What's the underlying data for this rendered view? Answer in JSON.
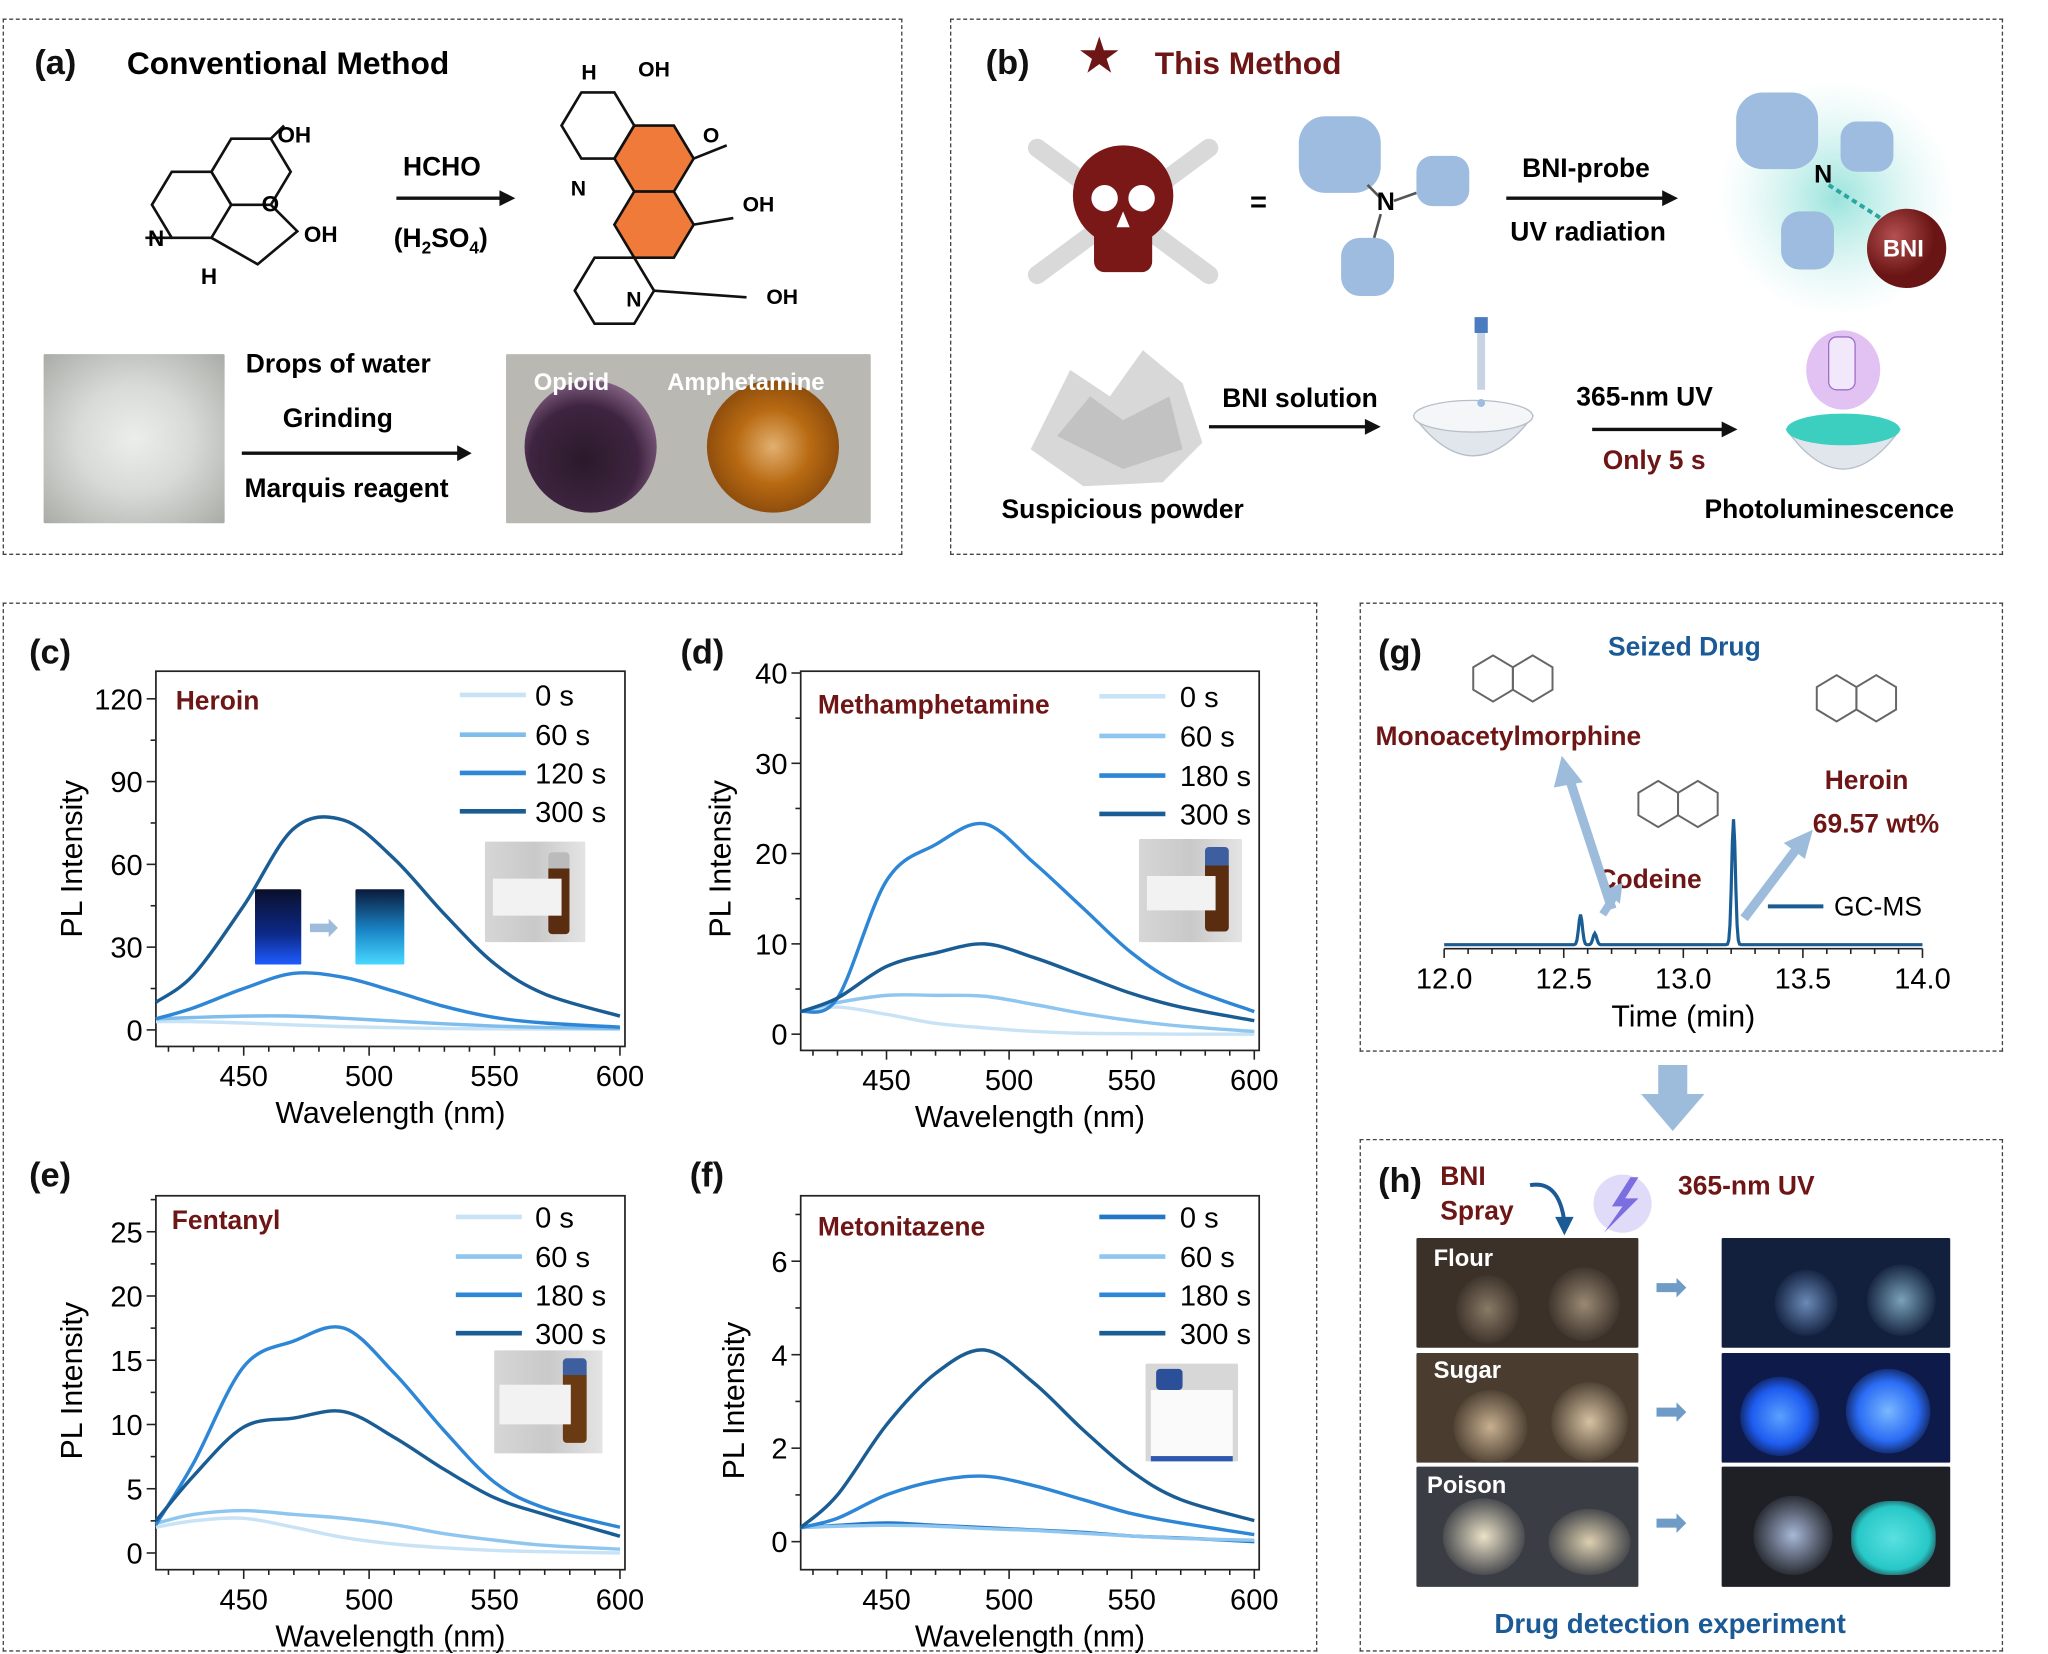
{
  "panel_a": {
    "label": "(a)",
    "title": "Conventional Method",
    "reagent": "HCHO",
    "acid_open": "(H",
    "acid_sub": "2",
    "acid_mid": "SO",
    "acid_sub2": "4",
    "acid_close": ")",
    "step1": "Drops of water",
    "step2": "Grinding",
    "step3": "Marquis reagent",
    "result_left": "Opioid",
    "result_right": "Amphetamine",
    "atoms": {
      "oh": "OH",
      "n": "N",
      "h": "H",
      "o": "O"
    }
  },
  "panel_b": {
    "label": "(b)",
    "title": "This Method",
    "equals": "=",
    "n_atom": "N",
    "probe": "BNI-probe",
    "uv": "UV radiation",
    "bni": "BNI",
    "powder": "Suspicious powder",
    "solution": "BNI solution",
    "uv365": "365-nm UV",
    "time": "Only 5 s",
    "result": "Photoluminescence"
  },
  "labels": {
    "c": "(c)",
    "d": "(d)",
    "e": "(e)",
    "f": "(f)",
    "g": "(g)",
    "h": "(h)"
  },
  "panel_h": {
    "bni": "BNI",
    "spray": "Spray",
    "uv": "365-nm UV",
    "rows": [
      "Flour",
      "Sugar",
      "Poison"
    ],
    "caption": "Drug detection experiment"
  },
  "colors": {
    "dark_red": "#6e1515",
    "blue_title": "#1b5a95",
    "light_arrow": "#9dbcdc"
  },
  "chart_data": [
    {
      "id": "c",
      "type": "line",
      "title": "Heroin",
      "xlabel": "Wavelength (nm)",
      "ylabel": "PL Intensity",
      "xlim": [
        415,
        602
      ],
      "ylim": [
        -6,
        130
      ],
      "xticks": [
        450,
        500,
        550,
        600
      ],
      "yticks": [
        0,
        30,
        60,
        90,
        120
      ],
      "legend": "top-right",
      "x": [
        415,
        430,
        450,
        470,
        490,
        510,
        530,
        550,
        570,
        600
      ],
      "series": [
        {
          "name": "0 s",
          "color": "#c9e3f6",
          "values": [
            3,
            3,
            2.5,
            1.8,
            1.2,
            0.8,
            0.5,
            0.4,
            0.3,
            0.2
          ]
        },
        {
          "name": "60 s",
          "color": "#7fbdec",
          "values": [
            4,
            4.5,
            5,
            5,
            4.2,
            3.2,
            2.2,
            1.4,
            0.9,
            0.5
          ]
        },
        {
          "name": "120 s",
          "color": "#2e86d6",
          "values": [
            4,
            8,
            15,
            20.5,
            19,
            14,
            8.5,
            4.5,
            2.5,
            1
          ]
        },
        {
          "name": "300 s",
          "color": "#1a5c94",
          "values": [
            10,
            20,
            45,
            73,
            76,
            62,
            42,
            24,
            13,
            5
          ]
        }
      ]
    },
    {
      "id": "d",
      "type": "line",
      "title": "Methamphetamine",
      "xlabel": "Wavelength (nm)",
      "ylabel": "PL Intensity",
      "xlim": [
        415,
        602
      ],
      "ylim": [
        -1.8,
        40.2
      ],
      "xticks": [
        450,
        500,
        550,
        600
      ],
      "yticks": [
        0,
        10,
        20,
        30,
        40
      ],
      "legend": "top-right",
      "x": [
        415,
        430,
        450,
        470,
        490,
        510,
        530,
        550,
        570,
        600
      ],
      "series": [
        {
          "name": "0 s",
          "color": "#c9e3f6",
          "values": [
            2.5,
            3,
            2.2,
            1.2,
            0.7,
            0.3,
            0.1,
            0.05,
            0,
            0
          ]
        },
        {
          "name": "60 s",
          "color": "#8fc6ef",
          "values": [
            2.5,
            3.5,
            4.3,
            4.3,
            4.2,
            3.3,
            2.3,
            1.5,
            0.9,
            0.3
          ]
        },
        {
          "name": "180 s",
          "color": "#2e86d6",
          "values": [
            2.5,
            4,
            17,
            21,
            23.3,
            19,
            14,
            9,
            5.5,
            2.5
          ]
        },
        {
          "name": "300 s",
          "color": "#1a5c94",
          "values": [
            2.5,
            4,
            7.5,
            9,
            10,
            8.5,
            6.5,
            4.5,
            3,
            1.5
          ]
        }
      ]
    },
    {
      "id": "e",
      "type": "line",
      "title": "Fentanyl",
      "xlabel": "Wavelength (nm)",
      "ylabel": "PL Intensity",
      "xlim": [
        415,
        602
      ],
      "ylim": [
        -1.3,
        27.8
      ],
      "xticks": [
        450,
        500,
        550,
        600
      ],
      "yticks": [
        0,
        5,
        10,
        15,
        20,
        25
      ],
      "legend": "top-right",
      "x": [
        415,
        430,
        450,
        470,
        490,
        510,
        530,
        550,
        570,
        600
      ],
      "series": [
        {
          "name": "0 s",
          "color": "#c9e3f6",
          "values": [
            2,
            2.5,
            2.7,
            2,
            1.2,
            0.7,
            0.4,
            0.2,
            0.1,
            0
          ]
        },
        {
          "name": "60 s",
          "color": "#8fc6ef",
          "values": [
            2.3,
            3,
            3.3,
            3,
            2.7,
            2.2,
            1.5,
            1,
            0.6,
            0.3
          ]
        },
        {
          "name": "180 s",
          "color": "#2e86d6",
          "values": [
            2.2,
            7,
            14.5,
            16.5,
            17.5,
            14,
            9.5,
            5.5,
            3.5,
            2
          ]
        },
        {
          "name": "300 s",
          "color": "#1a5c94",
          "values": [
            2.5,
            6,
            9.8,
            10.5,
            11,
            9,
            6.5,
            4.3,
            3,
            1.3
          ]
        }
      ]
    },
    {
      "id": "f",
      "type": "line",
      "title": "Metonitazene",
      "xlabel": "Wavelength (nm)",
      "ylabel": "PL Intensity",
      "xlim": [
        415,
        602
      ],
      "ylim": [
        -0.6,
        7.4
      ],
      "xticks": [
        450,
        500,
        550,
        600
      ],
      "yticks": [
        0,
        2,
        4,
        6
      ],
      "legend": "top-right",
      "x": [
        415,
        430,
        450,
        470,
        490,
        510,
        530,
        550,
        570,
        600
      ],
      "series": [
        {
          "name": "0 s",
          "color": "#2377c6",
          "values": [
            0.3,
            0.35,
            0.4,
            0.35,
            0.3,
            0.25,
            0.2,
            0.12,
            0.08,
            0
          ]
        },
        {
          "name": "60 s",
          "color": "#8fc6ef",
          "values": [
            0.3,
            0.33,
            0.35,
            0.33,
            0.28,
            0.24,
            0.18,
            0.12,
            0.07,
            0.03
          ]
        },
        {
          "name": "180 s",
          "color": "#2e86d6",
          "values": [
            0.3,
            0.5,
            1.0,
            1.3,
            1.4,
            1.2,
            0.9,
            0.6,
            0.4,
            0.15
          ]
        },
        {
          "name": "300 s",
          "color": "#1a5c94",
          "values": [
            0.3,
            1.0,
            2.5,
            3.6,
            4.1,
            3.4,
            2.4,
            1.5,
            0.9,
            0.45
          ]
        }
      ]
    },
    {
      "id": "g",
      "type": "line",
      "title": "Seized Drug",
      "xlabel": "Time (min)",
      "ylabel": "",
      "xlim": [
        12.0,
        14.0
      ],
      "ylim": [
        0,
        1
      ],
      "xticks": [
        12.0,
        12.5,
        13.0,
        13.5,
        14.0
      ],
      "legend": "right",
      "peaks": [
        {
          "name": "Monoacetylmorphine",
          "time": 12.57,
          "height": 0.24
        },
        {
          "name": "Codeine",
          "time": 12.63,
          "height": 0.09
        },
        {
          "name": "Heroin",
          "time": 13.21,
          "height": 1.0,
          "amount": "69.57 wt%"
        }
      ],
      "series": [
        {
          "name": "GC-MS",
          "color": "#1a5c94"
        }
      ]
    }
  ]
}
